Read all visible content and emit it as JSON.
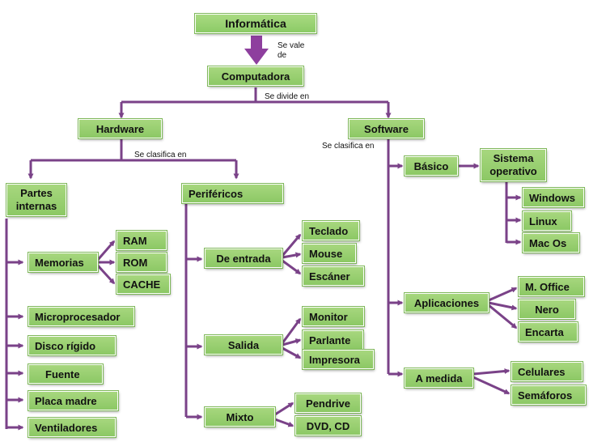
{
  "title": "Informática",
  "nodes": {
    "computadora": "Computadora",
    "hardware": "Hardware",
    "software": "Software",
    "partes_internas": "Partes internas",
    "perifericos": "Periféricos",
    "memorias": "Memorias",
    "ram": "RAM",
    "rom": "ROM",
    "cache": "CACHE",
    "microprocesador": "Microprocesador",
    "disco_rigido": "Disco rígido",
    "fuente": "Fuente",
    "placa_madre": "Placa madre",
    "ventiladores": "Ventiladores",
    "de_entrada": "De entrada",
    "teclado": "Teclado",
    "mouse": "Mouse",
    "escaner": "Escáner",
    "salida": "Salida",
    "monitor": "Monitor",
    "parlante": "Parlante",
    "impresora": "Impresora",
    "mixto": "Mixto",
    "pendrive": "Pendrive",
    "dvd_cd": "DVD, CD",
    "basico": "Básico",
    "sistema_operativo": "Sistema operativo",
    "windows": "Windows",
    "linux": "Linux",
    "mac_os": "Mac Os",
    "aplicaciones": "Aplicaciones",
    "m_office": "M. Office",
    "nero": "Nero",
    "encarta": "Encarta",
    "a_medida": "A medida",
    "celulares": "Celulares",
    "semaforos": "Semáforos"
  },
  "labels": {
    "se_vale_de": "Se vale de",
    "se_divide_en": "Se divide en",
    "se_clasifica_en_hw": "Se clasifica en",
    "se_clasifica_en_sw": "Se clasifica en"
  },
  "colors": {
    "node_fill": "#8cc865",
    "connector": "#7a4288",
    "arrow_big": "#8e3f9e"
  }
}
